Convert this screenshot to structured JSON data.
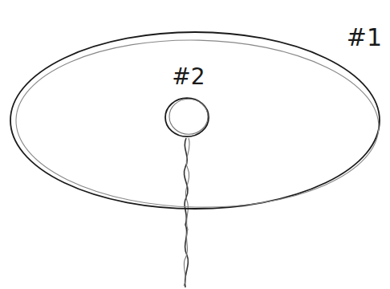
{
  "diagram": {
    "nodes": [
      {
        "text": [
          "#1"
        ]
      },
      {
        "text": [
          "#2"
        ],
        "in": 0
      }
    ]
  }
}
